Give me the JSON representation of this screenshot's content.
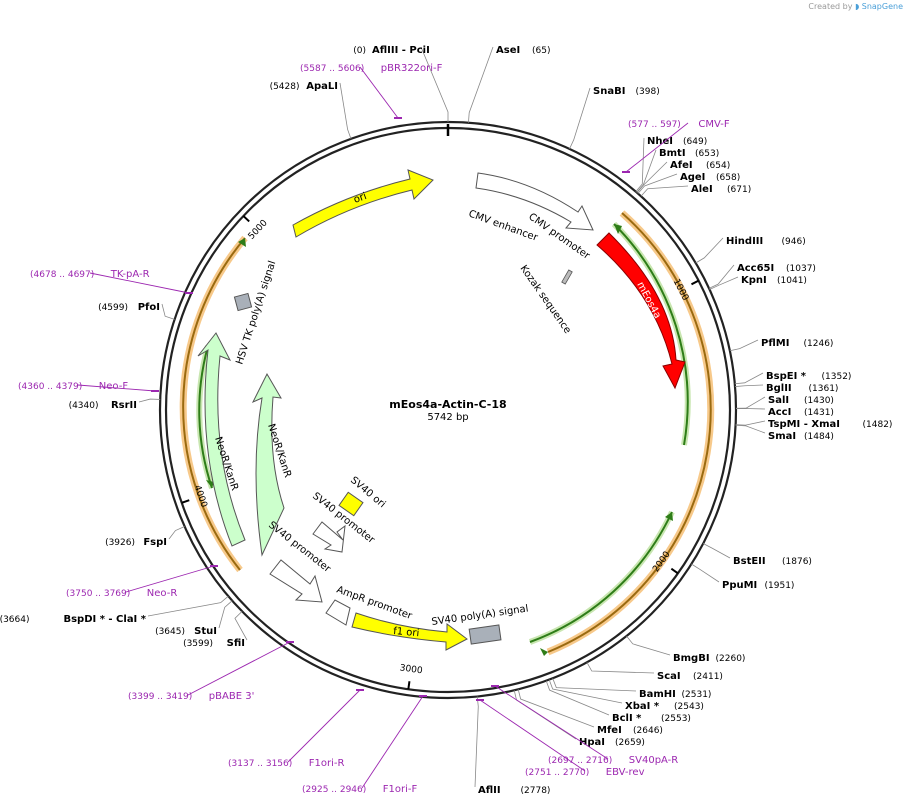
{
  "branding": {
    "created_by": "Created by",
    "app": "SnapGene"
  },
  "plasmid": {
    "name": "mEos4a-Actin-C-18",
    "size_label": "5742 bp",
    "total_bp": 5742
  },
  "colors": {
    "site": "#000000",
    "primer": "#9c27b0",
    "ori": "#ffff00",
    "mEos4a": "#ff0000",
    "neo": "#ccffcc",
    "promoter": "#ffffff",
    "polyA": "#a9b0b9",
    "highlight_orange": "#f5a623",
    "highlight_green": "#4caf50"
  },
  "ticks": [
    {
      "bp": 1000,
      "label": "1000"
    },
    {
      "bp": 2000,
      "label": "2000"
    },
    {
      "bp": 3000,
      "label": "3000"
    },
    {
      "bp": 4000,
      "label": "4000"
    },
    {
      "bp": 5000,
      "label": "5000"
    }
  ],
  "sites": [
    {
      "bp": 0,
      "name": "AflIII  - PciI",
      "pos": "(0)"
    },
    {
      "bp": 65,
      "name": "AseI",
      "pos": "(65)"
    },
    {
      "bp": 398,
      "name": "SnaBI",
      "pos": "(398)"
    },
    {
      "bp": 649,
      "name": "NheI",
      "pos": "(649)"
    },
    {
      "bp": 653,
      "name": "BmtI",
      "pos": "(653)"
    },
    {
      "bp": 654,
      "name": "AfeI",
      "pos": "(654)"
    },
    {
      "bp": 658,
      "name": "AgeI",
      "pos": "(658)"
    },
    {
      "bp": 671,
      "name": "AleI",
      "pos": "(671)"
    },
    {
      "bp": 946,
      "name": "HindIII",
      "pos": "(946)"
    },
    {
      "bp": 1037,
      "name": "Acc65I",
      "pos": "(1037)"
    },
    {
      "bp": 1041,
      "name": "KpnI",
      "pos": "(1041)"
    },
    {
      "bp": 1246,
      "name": "PflMI",
      "pos": "(1246)"
    },
    {
      "bp": 1352,
      "name": "BspEI *",
      "pos": "(1352)"
    },
    {
      "bp": 1361,
      "name": "BglII",
      "pos": "(1361)"
    },
    {
      "bp": 1430,
      "name": "SalI",
      "pos": "(1430)"
    },
    {
      "bp": 1431,
      "name": "AccI",
      "pos": "(1431)"
    },
    {
      "bp": 1482,
      "name": "TspMI  - XmaI",
      "pos": "(1482)"
    },
    {
      "bp": 1484,
      "name": "SmaI",
      "pos": "(1484)"
    },
    {
      "bp": 1876,
      "name": "BstEII",
      "pos": "(1876)"
    },
    {
      "bp": 1951,
      "name": "PpuMI",
      "pos": "(1951)"
    },
    {
      "bp": 2260,
      "name": "BmgBI",
      "pos": "(2260)"
    },
    {
      "bp": 2411,
      "name": "ScaI",
      "pos": "(2411)"
    },
    {
      "bp": 2531,
      "name": "BamHI",
      "pos": "(2531)"
    },
    {
      "bp": 2543,
      "name": "XbaI *",
      "pos": "(2543)"
    },
    {
      "bp": 2553,
      "name": "BclI *",
      "pos": "(2553)"
    },
    {
      "bp": 2646,
      "name": "MfeI",
      "pos": "(2646)"
    },
    {
      "bp": 2659,
      "name": "HpaI",
      "pos": "(2659)"
    },
    {
      "bp": 2778,
      "name": "AflII",
      "pos": "(2778)"
    },
    {
      "bp": 3599,
      "name": "SfiI",
      "pos": "(3599)"
    },
    {
      "bp": 3645,
      "name": "StuI",
      "pos": "(3645)"
    },
    {
      "bp": 3664,
      "name": "BspDI *  - ClaI *",
      "pos": "(3664)"
    },
    {
      "bp": 3926,
      "name": "FspI",
      "pos": "(3926)"
    },
    {
      "bp": 4340,
      "name": "RsrII",
      "pos": "(4340)"
    },
    {
      "bp": 4599,
      "name": "PfoI",
      "pos": "(4599)"
    },
    {
      "bp": 5428,
      "name": "ApaLI",
      "pos": "(5428)"
    }
  ],
  "primers": [
    {
      "name": "pBR322ori-F",
      "range": "(5587 .. 5606)"
    },
    {
      "name": "CMV-F",
      "range": "(577 .. 597)"
    },
    {
      "name": "TK-pA-R",
      "range": "(4678 .. 4697)"
    },
    {
      "name": "Neo-F",
      "range": "(4360 .. 4379)"
    },
    {
      "name": "Neo-R",
      "range": "(3750 .. 3769)"
    },
    {
      "name": "pBABE 3'",
      "range": "(3399 .. 3419)"
    },
    {
      "name": "F1ori-R",
      "range": "(3137 .. 3156)"
    },
    {
      "name": "F1ori-F",
      "range": "(2925 .. 2946)"
    },
    {
      "name": "EBV-rev",
      "range": "(2751 .. 2770)"
    },
    {
      "name": "SV40pA-R",
      "range": "(2697 .. 2716)"
    }
  ],
  "features": [
    {
      "name": "ori"
    },
    {
      "name": "CMV enhancer"
    },
    {
      "name": "CMV promoter"
    },
    {
      "name": "mEos4a"
    },
    {
      "name": "Kozak sequence"
    },
    {
      "name": "HSV TK poly(A) signal"
    },
    {
      "name": "NeoR/KanR"
    },
    {
      "name": "NeoR/KanR"
    },
    {
      "name": "SV40 ori"
    },
    {
      "name": "SV40 promoter"
    },
    {
      "name": "SV40 promoter"
    },
    {
      "name": "AmpR promoter"
    },
    {
      "name": "f1 ori"
    },
    {
      "name": "SV40 poly(A) signal"
    }
  ]
}
